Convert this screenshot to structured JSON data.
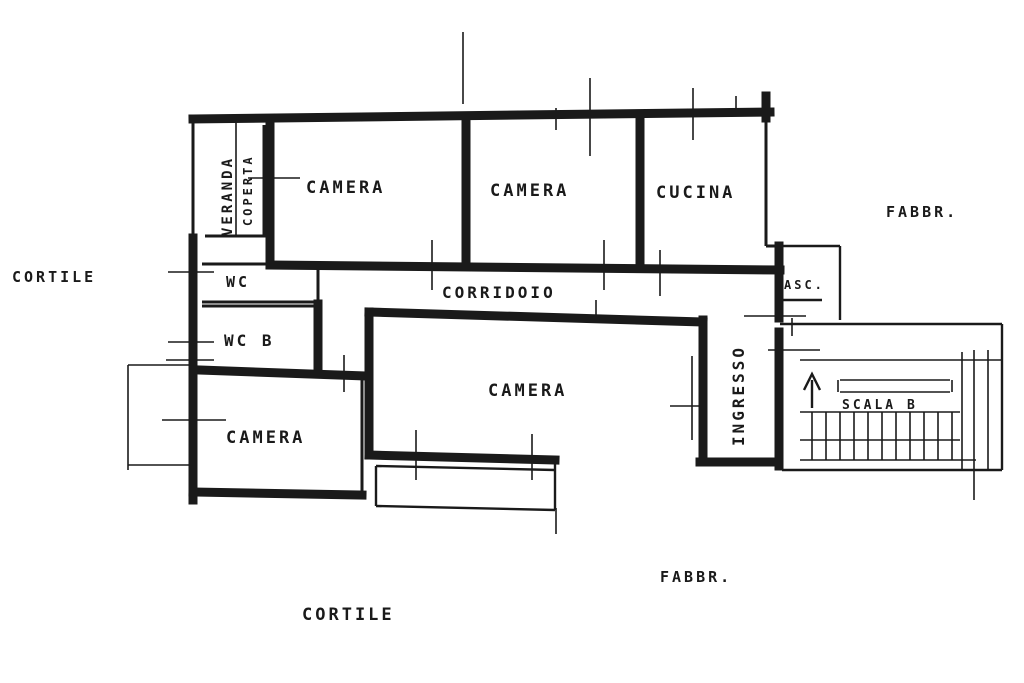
{
  "labels": {
    "camera_top_left": "CAMERA",
    "camera_top_mid": "CAMERA",
    "cucina": "CUCINA",
    "fabbr_right": "FABBR.",
    "cortile_left": "CORTILE",
    "wc": "WC",
    "corridoio": "CORRIDOIO",
    "asc": "ASC.",
    "wc_b": "WC B",
    "ingresso": "INGRESSO",
    "camera_center": "CAMERA",
    "scala_b": "SCALA B",
    "camera_bottom_left": "CAMERA",
    "fabbr_bottom": "FABBR.",
    "cortile_bottom": "CORTILE",
    "veranda": "VERANDA",
    "coperta": "COPERTA"
  },
  "colors": {
    "ink": "#1a1a1a",
    "paper": "#ffffff"
  }
}
